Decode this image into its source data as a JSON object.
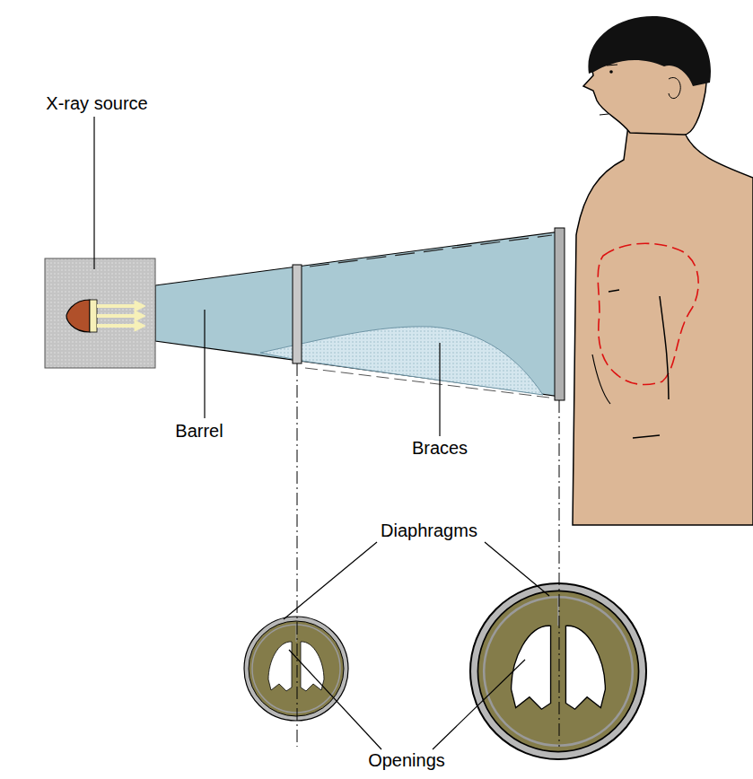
{
  "diagram": {
    "labels": [
      "X-ray source",
      "Barrel",
      "Braces",
      "Diaphragms",
      "Openings"
    ]
  }
}
